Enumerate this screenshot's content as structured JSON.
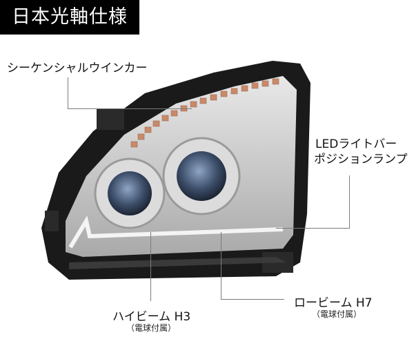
{
  "title": "日本光軸仕様",
  "callouts": {
    "sequential_winker": {
      "label": "シーケンシャルウインカー"
    },
    "led_light_bar": {
      "line1": "LEDライトバー",
      "line2": "ポジションランプ"
    },
    "high_beam": {
      "label": "ハイビーム H3",
      "note": "（電球付属）"
    },
    "low_beam": {
      "label": "ロービーム H7",
      "note": "（電球付属）"
    }
  },
  "product": {
    "image_alt": "projector headlight, chrome housing with amber sequential LED strip"
  },
  "colors": {
    "title_bg": "#000000",
    "title_text": "#ffffff",
    "leader_line": "#7a7a7a",
    "amber_led": "#c98a6a"
  }
}
